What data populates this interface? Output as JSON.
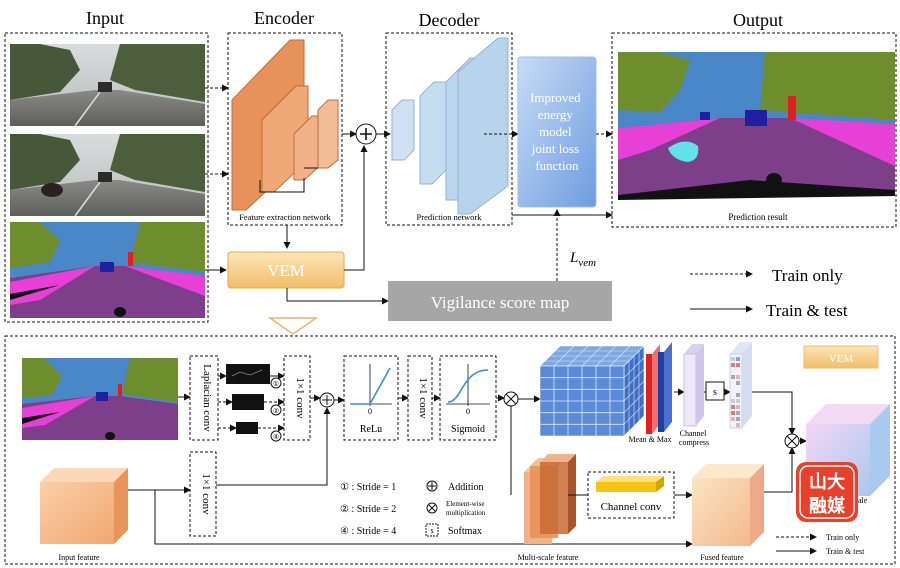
{
  "top": {
    "headers": {
      "input": "Input",
      "encoder": "Encoder",
      "decoder": "Decoder",
      "output": "Output"
    },
    "encoder_caption": "Feature extraction network",
    "decoder_caption": "Prediction network",
    "loss_box": [
      "Improved",
      "energy",
      "model",
      "joint loss",
      "function"
    ],
    "output_caption": "Prediction result",
    "vem_label": "VEM",
    "vigilance_label": "Vigilance score map",
    "loss_symbol": "L",
    "loss_subscript": "vem",
    "legend": {
      "train_only": "Train only",
      "train_test": "Train & test"
    }
  },
  "bottom": {
    "laplacian_label": "Laplacian conv",
    "stride_marks": [
      "①",
      "②",
      "④"
    ],
    "conv1_label": "1×1 conv",
    "relu_label": "ReLu",
    "zero_label": "0",
    "conv2_label": "1×1 conv",
    "sigmoid_label": "Sigmoid",
    "conv_input_label": "1×1 conv",
    "key": {
      "s1": "① : Stride = 1",
      "s2": "② : Stride = 2",
      "s4": "④ : Stride = 4",
      "addition": "Addition",
      "elementwise": [
        "Element-wise",
        "multiplication"
      ],
      "softmax_symbol": "s",
      "softmax": "Softmax"
    },
    "input_feature": "Input feature",
    "mean_max": "Mean & Max",
    "channel_compress": [
      "Channel",
      "compress"
    ],
    "channel_conv": "Channel conv",
    "multi_scale": "Multi-scale feature",
    "fused": "Fused feature",
    "output_partial": "-scale",
    "vem_tag": "VEM",
    "legend": {
      "train_only": "Train only",
      "train_test": "Train & test"
    },
    "watermark": "山大融媒"
  },
  "colors": {
    "encoder": "#e9915a",
    "decoder": "#b8d4ec",
    "loss": "#7fa7e0",
    "vem": "#f7cf8c",
    "vigilance": "#a6a6a6",
    "road": "#7e3f8a",
    "sidewalk": "#e640d6",
    "sky": "#4a87c9",
    "vegetation": "#6e8e2e"
  }
}
